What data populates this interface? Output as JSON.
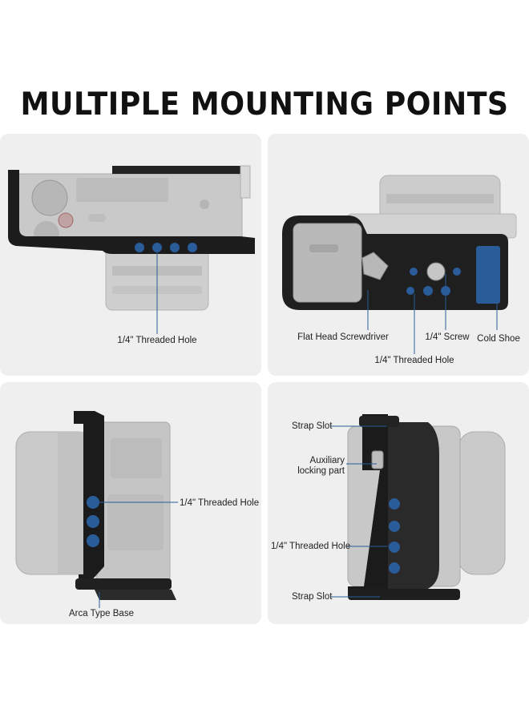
{
  "title": "MULTIPLE MOUNTING POINTS",
  "panels": {
    "top_left": {
      "labels": {
        "threaded_hole": "1/4\" Threaded Hole"
      }
    },
    "top_right": {
      "labels": {
        "flat_head": "Flat Head Screwdriver",
        "screw": "1/4\" Screw",
        "cold_shoe": "Cold Shoe",
        "threaded_hole": "1/4\" Threaded Hole"
      }
    },
    "bottom_left": {
      "labels": {
        "threaded_hole": "1/4\" Threaded Hole",
        "arca_base": "Arca Type Base"
      }
    },
    "bottom_right": {
      "labels": {
        "strap_slot_top": "Strap Slot",
        "aux_line1": "Auxiliary",
        "aux_line2": "locking part",
        "threaded_hole": "1/4\" Threaded Hole",
        "strap_slot_bottom": "Strap Slot"
      }
    }
  },
  "colors": {
    "accent_blue": "#2a5c9a",
    "cage_black": "#1c1c1c",
    "panel_bg": "#efefef"
  }
}
